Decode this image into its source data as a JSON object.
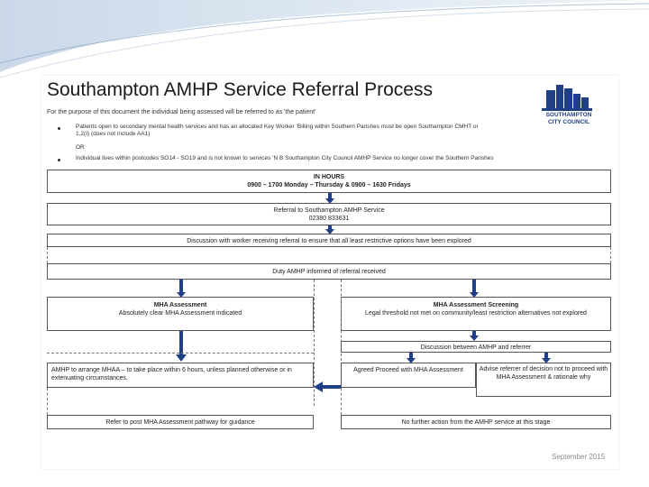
{
  "title": "Southampton AMHP Service Referral Process",
  "intro": "For the purpose of this document the individual being assessed will be referred to as 'the patient'",
  "bullets": [
    "Patients open to secondary mental health services and has an allocated Key Worker ‘Billing within Southern Parishes must be open Southampton CMHT or",
    "Individual lives within postcodes SO14 - SO19 and is not known to services 'N B Southampton City Council AMHP Service no longer cover the Southern Parishes"
  ],
  "bullet1_cont": "1,2(I) (does not include AA1)",
  "or_text": "OR",
  "logo": {
    "line1": "SOUTHAMPTON",
    "line2": "CITY COUNCIL"
  },
  "flow": {
    "in_hours_title": "IN HOURS",
    "in_hours_times": "0900 – 1700 Monday – Thursday & 0900 – 1630 Fridays",
    "referral_line1": "Referral to Southampton AMHP Service",
    "referral_line2": "02380 833631",
    "discussion": "Discussion with worker receiving referral to ensure that all least restrictive options have been explored",
    "duty": "Duty AMHP informed of referral received",
    "mha_title": "MHA Assessment",
    "mha_sub": "Absolutely clear MHA Assessment indicated",
    "screening_title": "MHA Assessment Screening",
    "screening_sub": "Legal threshold not met on community/least restriction alternatives not explored",
    "discussion_amhp": "Discussion between AMHP and referrer",
    "arrange": "AMHP to arrange MHAA – to take place within 6 hours, unless planned otherwise or in extenuating circumstances.",
    "agreed": "Agreed Proceed with MHA Assessment",
    "advise": "Advise referrer of decision not to proceed with MHA Assessment & rationale why",
    "post": "Refer to post MHA Assessment pathway for guidance",
    "no_further": "No further action from the AMHP service at this stage"
  },
  "footer": "September 2015"
}
